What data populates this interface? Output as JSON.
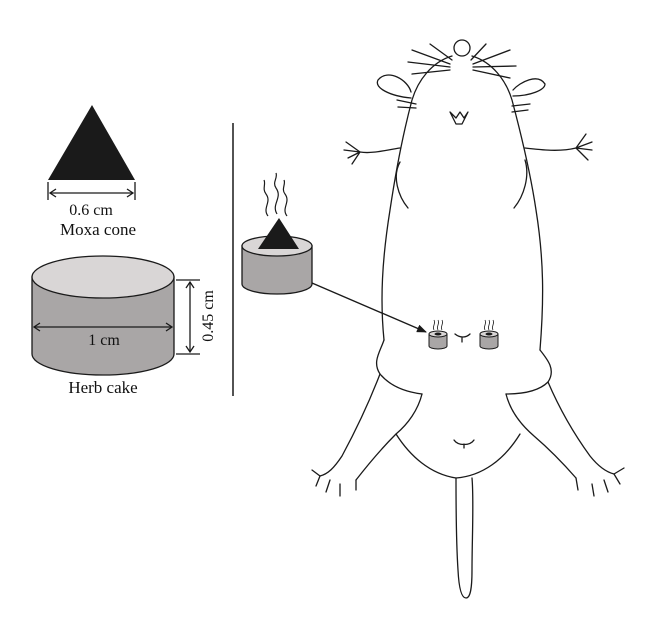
{
  "labels": {
    "cone_width": "0.6 cm",
    "cone_name": "Moxa cone",
    "cake_diameter": "1 cm",
    "cake_height": "0.45 cm",
    "cake_name": "Herb cake"
  },
  "colors": {
    "cone_fill": "#1a1a1a",
    "cake_top": "#d9d6d6",
    "cake_side": "#a9a6a6",
    "line": "#1a1a1a"
  }
}
